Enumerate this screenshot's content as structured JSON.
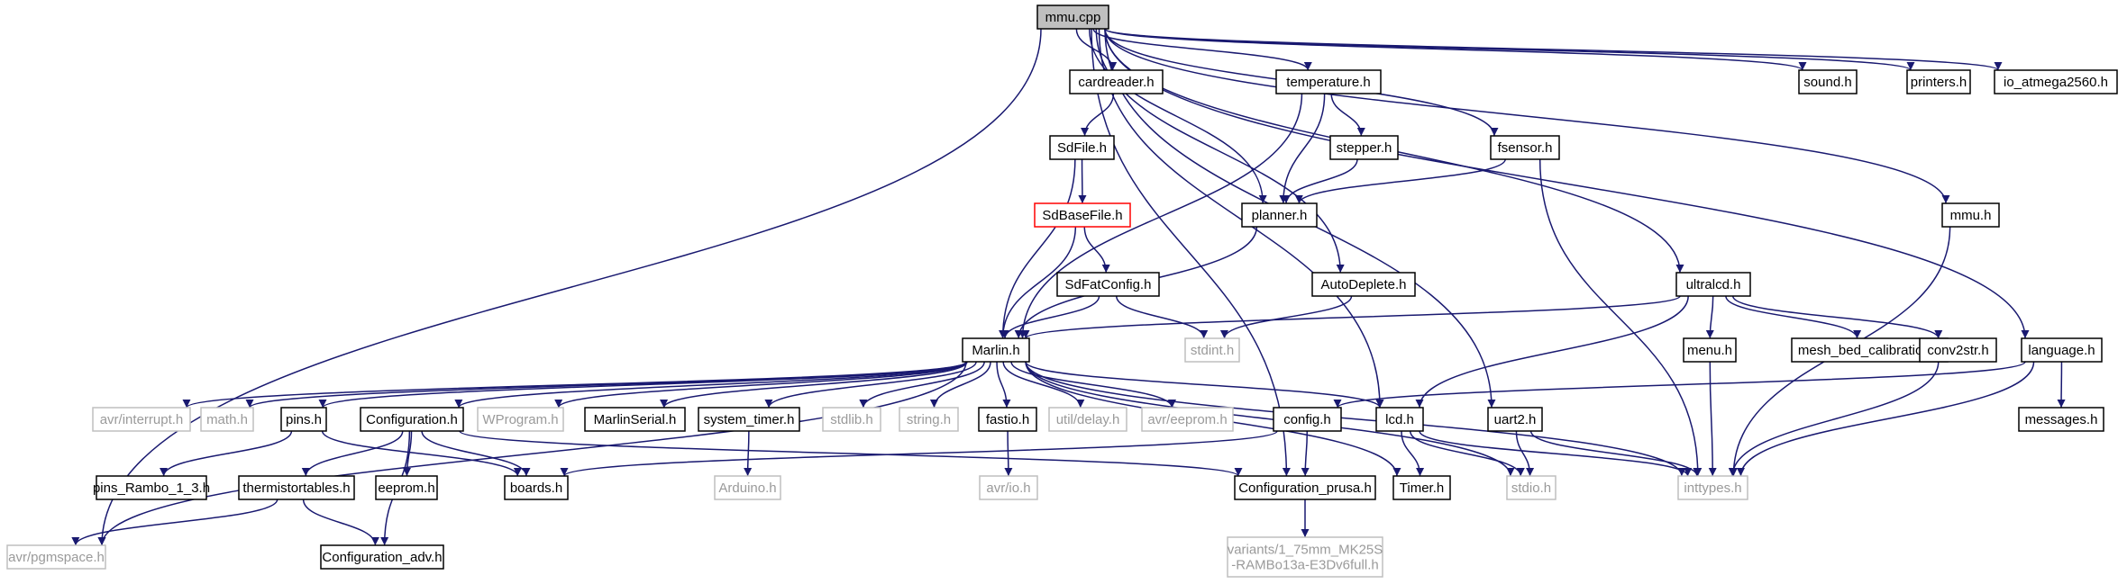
{
  "diagram": {
    "nodes": [
      {
        "id": "mmu_cpp",
        "label": "mmu.cpp",
        "kind": "root"
      },
      {
        "id": "cardreader",
        "label": "cardreader.h",
        "kind": "normal"
      },
      {
        "id": "temperature",
        "label": "temperature.h",
        "kind": "normal"
      },
      {
        "id": "sound",
        "label": "sound.h",
        "kind": "normal"
      },
      {
        "id": "printers",
        "label": "printers.h",
        "kind": "normal"
      },
      {
        "id": "io_atmega",
        "label": "io_atmega2560.h",
        "kind": "normal"
      },
      {
        "id": "sdfile",
        "label": "SdFile.h",
        "kind": "normal"
      },
      {
        "id": "stepper",
        "label": "stepper.h",
        "kind": "normal"
      },
      {
        "id": "fsensor",
        "label": "fsensor.h",
        "kind": "normal"
      },
      {
        "id": "sdbasefile",
        "label": "SdBaseFile.h",
        "kind": "red"
      },
      {
        "id": "planner",
        "label": "planner.h",
        "kind": "normal"
      },
      {
        "id": "mmu_h",
        "label": "mmu.h",
        "kind": "normal"
      },
      {
        "id": "sdfatconfig",
        "label": "SdFatConfig.h",
        "kind": "normal"
      },
      {
        "id": "autodeplete",
        "label": "AutoDeplete.h",
        "kind": "normal"
      },
      {
        "id": "ultralcd",
        "label": "ultralcd.h",
        "kind": "normal"
      },
      {
        "id": "stdint",
        "label": "stdint.h",
        "kind": "ext"
      },
      {
        "id": "marlin",
        "label": "Marlin.h",
        "kind": "normal"
      },
      {
        "id": "menu",
        "label": "menu.h",
        "kind": "normal"
      },
      {
        "id": "mesh",
        "label": "mesh_bed_calibration.h",
        "kind": "normal"
      },
      {
        "id": "conv2str",
        "label": "conv2str.h",
        "kind": "normal"
      },
      {
        "id": "language",
        "label": "language.h",
        "kind": "normal"
      },
      {
        "id": "avr_interrupt",
        "label": "avr/interrupt.h",
        "kind": "ext"
      },
      {
        "id": "math",
        "label": "math.h",
        "kind": "ext"
      },
      {
        "id": "pins",
        "label": "pins.h",
        "kind": "normal"
      },
      {
        "id": "configuration",
        "label": "Configuration.h",
        "kind": "normal"
      },
      {
        "id": "wprogram",
        "label": "WProgram.h",
        "kind": "ext"
      },
      {
        "id": "marlinserial",
        "label": "MarlinSerial.h",
        "kind": "normal"
      },
      {
        "id": "system_timer",
        "label": "system_timer.h",
        "kind": "normal"
      },
      {
        "id": "stdlib",
        "label": "stdlib.h",
        "kind": "ext"
      },
      {
        "id": "string",
        "label": "string.h",
        "kind": "ext"
      },
      {
        "id": "fastio",
        "label": "fastio.h",
        "kind": "normal"
      },
      {
        "id": "util_delay",
        "label": "util/delay.h",
        "kind": "ext"
      },
      {
        "id": "avr_eeprom",
        "label": "avr/eeprom.h",
        "kind": "ext"
      },
      {
        "id": "config",
        "label": "config.h",
        "kind": "normal"
      },
      {
        "id": "lcd",
        "label": "lcd.h",
        "kind": "normal"
      },
      {
        "id": "uart2",
        "label": "uart2.h",
        "kind": "normal"
      },
      {
        "id": "messages",
        "label": "messages.h",
        "kind": "normal"
      },
      {
        "id": "pins_rambo",
        "label": "pins_Rambo_1_3.h",
        "kind": "normal"
      },
      {
        "id": "thermistortables",
        "label": "thermistortables.h",
        "kind": "normal"
      },
      {
        "id": "eeprom",
        "label": "eeprom.h",
        "kind": "normal"
      },
      {
        "id": "boards",
        "label": "boards.h",
        "kind": "normal"
      },
      {
        "id": "arduino",
        "label": "Arduino.h",
        "kind": "ext"
      },
      {
        "id": "avr_io",
        "label": "avr/io.h",
        "kind": "ext"
      },
      {
        "id": "config_prusa",
        "label": "Configuration_prusa.h",
        "kind": "normal"
      },
      {
        "id": "timer",
        "label": "Timer.h",
        "kind": "normal"
      },
      {
        "id": "stdio",
        "label": "stdio.h",
        "kind": "ext"
      },
      {
        "id": "inttypes",
        "label": "inttypes.h",
        "kind": "ext"
      },
      {
        "id": "avr_pgmspace",
        "label": "avr/pgmspace.h",
        "kind": "ext"
      },
      {
        "id": "config_adv",
        "label": "Configuration_adv.h",
        "kind": "normal"
      },
      {
        "id": "variants",
        "label": "variants/1_75mm_MK25S\n-RAMBo13a-E3Dv6full.h",
        "kind": "ext"
      }
    ],
    "edges": [
      [
        "mmu_cpp",
        "cardreader"
      ],
      [
        "mmu_cpp",
        "temperature"
      ],
      [
        "mmu_cpp",
        "sound"
      ],
      [
        "mmu_cpp",
        "printers"
      ],
      [
        "mmu_cpp",
        "io_atmega"
      ],
      [
        "mmu_cpp",
        "planner"
      ],
      [
        "mmu_cpp",
        "fsensor"
      ],
      [
        "mmu_cpp",
        "autodeplete"
      ],
      [
        "mmu_cpp",
        "ultralcd"
      ],
      [
        "mmu_cpp",
        "mmu_h"
      ],
      [
        "mmu_cpp",
        "language"
      ],
      [
        "mmu_cpp",
        "lcd"
      ],
      [
        "mmu_cpp",
        "uart2"
      ],
      [
        "mmu_cpp",
        "config_prusa"
      ],
      [
        "mmu_cpp",
        "avr_pgmspace"
      ],
      [
        "cardreader",
        "sdfile"
      ],
      [
        "sdfile",
        "sdbasefile"
      ],
      [
        "sdfile",
        "marlin"
      ],
      [
        "sdbasefile",
        "sdfatconfig"
      ],
      [
        "sdbasefile",
        "marlin"
      ],
      [
        "sdfatconfig",
        "marlin"
      ],
      [
        "sdfatconfig",
        "stdint"
      ],
      [
        "temperature",
        "stepper"
      ],
      [
        "temperature",
        "planner"
      ],
      [
        "temperature",
        "marlin"
      ],
      [
        "stepper",
        "planner"
      ],
      [
        "planner",
        "marlin"
      ],
      [
        "fsensor",
        "planner"
      ],
      [
        "fsensor",
        "inttypes"
      ],
      [
        "autodeplete",
        "stdint"
      ],
      [
        "ultralcd",
        "marlin"
      ],
      [
        "ultralcd",
        "lcd"
      ],
      [
        "ultralcd",
        "menu"
      ],
      [
        "ultralcd",
        "mesh"
      ],
      [
        "ultralcd",
        "conv2str"
      ],
      [
        "mmu_h",
        "inttypes"
      ],
      [
        "language",
        "config"
      ],
      [
        "language",
        "messages"
      ],
      [
        "language",
        "inttypes"
      ],
      [
        "menu",
        "inttypes"
      ],
      [
        "conv2str",
        "inttypes"
      ],
      [
        "marlin",
        "avr_interrupt"
      ],
      [
        "marlin",
        "math"
      ],
      [
        "marlin",
        "pins"
      ],
      [
        "marlin",
        "configuration"
      ],
      [
        "marlin",
        "wprogram"
      ],
      [
        "marlin",
        "marlinserial"
      ],
      [
        "marlin",
        "system_timer"
      ],
      [
        "marlin",
        "stdlib"
      ],
      [
        "marlin",
        "string"
      ],
      [
        "marlin",
        "fastio"
      ],
      [
        "marlin",
        "util_delay"
      ],
      [
        "marlin",
        "avr_eeprom"
      ],
      [
        "marlin",
        "lcd"
      ],
      [
        "marlin",
        "timer"
      ],
      [
        "marlin",
        "stdio"
      ],
      [
        "marlin",
        "inttypes"
      ],
      [
        "marlin",
        "avr_pgmspace"
      ],
      [
        "pins",
        "pins_rambo"
      ],
      [
        "pins",
        "boards"
      ],
      [
        "configuration",
        "thermistortables"
      ],
      [
        "configuration",
        "eeprom"
      ],
      [
        "configuration",
        "boards"
      ],
      [
        "configuration",
        "config_adv"
      ],
      [
        "configuration",
        "config_prusa"
      ],
      [
        "thermistortables",
        "config_adv"
      ],
      [
        "thermistortables",
        "avr_pgmspace"
      ],
      [
        "system_timer",
        "arduino"
      ],
      [
        "fastio",
        "avr_io"
      ],
      [
        "config",
        "boards"
      ],
      [
        "config",
        "config_prusa"
      ],
      [
        "lcd",
        "timer"
      ],
      [
        "lcd",
        "stdio"
      ],
      [
        "lcd",
        "inttypes"
      ],
      [
        "uart2",
        "stdio"
      ],
      [
        "uart2",
        "inttypes"
      ],
      [
        "config_prusa",
        "variants"
      ]
    ]
  }
}
